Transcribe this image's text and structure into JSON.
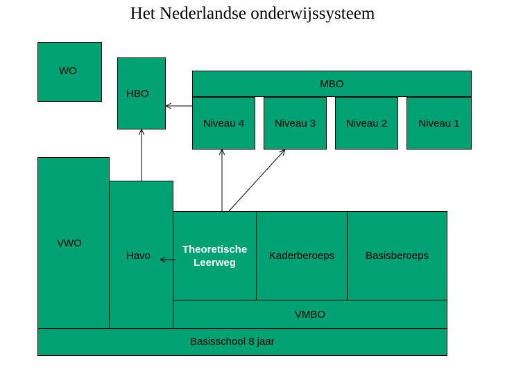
{
  "title": "Het Nederlandse onderwijssysteem",
  "boxes": {
    "wo": "WO",
    "hbo": "HBO",
    "mbo": "MBO",
    "niveau4": "Niveau 4",
    "niveau3": "Niveau 3",
    "niveau2": "Niveau 2",
    "niveau1": "Niveau 1",
    "vwo": "VWO",
    "havo": "Havo",
    "theoretische_line1": "Theoretische",
    "theoretische_line2": "Leerweg",
    "kaderberoeps": "Kaderberoeps",
    "basisberoeps": "Basisberoeps",
    "vmbo": "VMBO",
    "basisschool": "Basisschool 8 jaar"
  },
  "colors": {
    "box_fill": "#00a173",
    "border": "#000000",
    "highlight_text": "#ffffff"
  }
}
